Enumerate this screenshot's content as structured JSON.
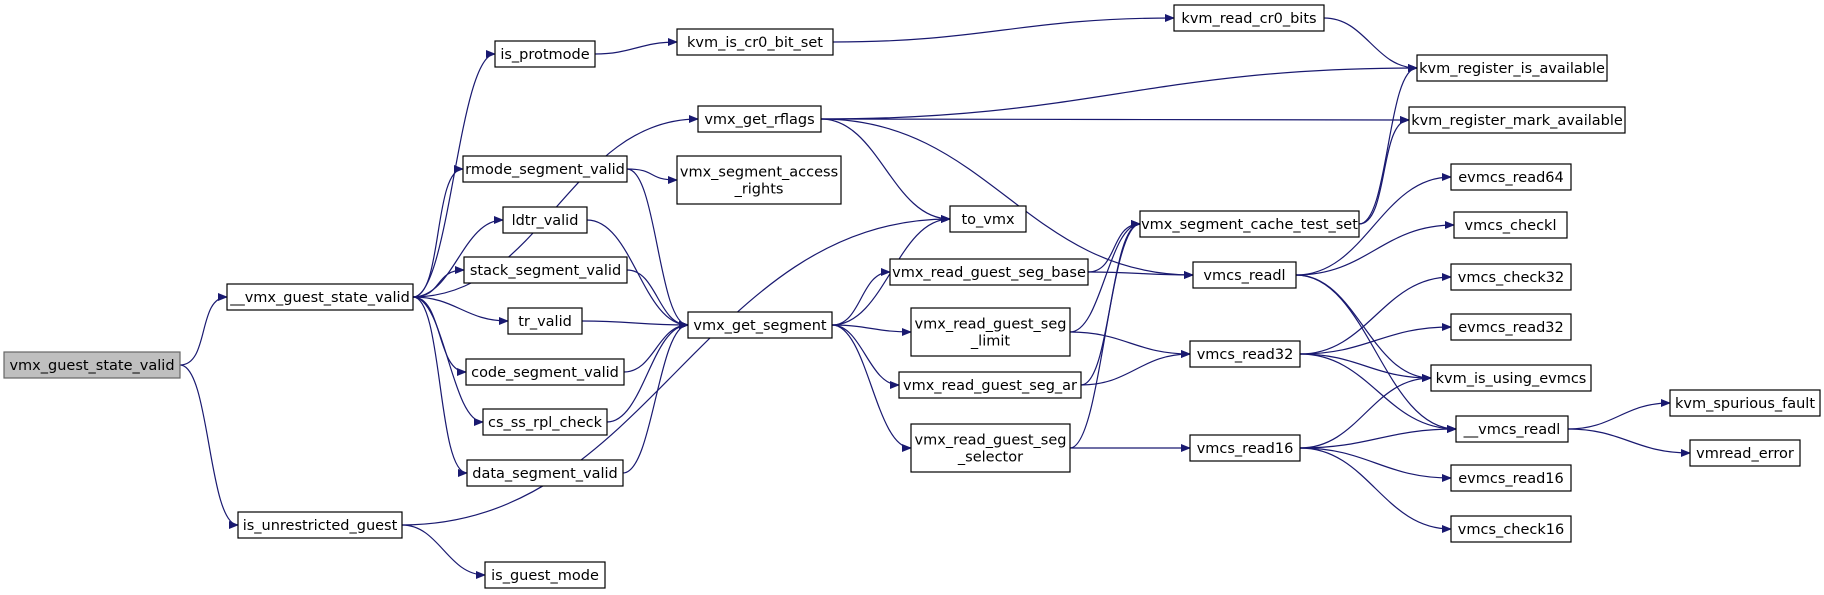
{
  "nodes": {
    "vmx_guest_state_valid": "vmx_guest_state_valid",
    "__vmx_guest_state_valid": "__vmx_guest_state_valid",
    "is_unrestricted_guest": "is_unrestricted_guest",
    "is_protmode": "is_protmode",
    "vmx_get_rflags": "vmx_get_rflags",
    "rmode_segment_valid": "rmode_segment_valid",
    "ldtr_valid": "ldtr_valid",
    "stack_segment_valid": "stack_segment_valid",
    "tr_valid": "tr_valid",
    "code_segment_valid": "code_segment_valid",
    "cs_ss_rpl_check": "cs_ss_rpl_check",
    "data_segment_valid": "data_segment_valid",
    "is_guest_mode": "is_guest_mode",
    "kvm_is_cr0_bit_set": "kvm_is_cr0_bit_set",
    "vmx_segment_access_rights": [
      "vmx_segment_access",
      "_rights"
    ],
    "vmx_get_segment": "vmx_get_segment",
    "to_vmx": "to_vmx",
    "vmx_read_guest_seg_base": "vmx_read_guest_seg_base",
    "vmx_read_guest_seg_limit": [
      "vmx_read_guest_seg",
      "_limit"
    ],
    "vmx_read_guest_seg_ar": "vmx_read_guest_seg_ar",
    "vmx_read_guest_seg_selector": [
      "vmx_read_guest_seg",
      "_selector"
    ],
    "kvm_read_cr0_bits": "kvm_read_cr0_bits",
    "vmx_segment_cache_test_set": "vmx_segment_cache_test_set",
    "vmcs_readl": "vmcs_readl",
    "vmcs_read32": "vmcs_read32",
    "vmcs_read16": "vmcs_read16",
    "kvm_register_is_available": "kvm_register_is_available",
    "kvm_register_mark_available": "kvm_register_mark_available",
    "evmcs_read64": "evmcs_read64",
    "vmcs_checkl": "vmcs_checkl",
    "vmcs_check32": "vmcs_check32",
    "evmcs_read32": "evmcs_read32",
    "kvm_is_using_evmcs": "kvm_is_using_evmcs",
    "__vmcs_readl": "__vmcs_readl",
    "evmcs_read16": "evmcs_read16",
    "vmcs_check16": "vmcs_check16",
    "kvm_spurious_fault": "kvm_spurious_fault",
    "vmread_error": "vmread_error"
  },
  "root": "vmx_guest_state_valid",
  "colors": {
    "edge": "#191970",
    "root_fill": "#bfbfbf",
    "root_stroke": "#666666",
    "node_stroke": "#000000"
  },
  "edges": [
    [
      "vmx_guest_state_valid",
      "__vmx_guest_state_valid"
    ],
    [
      "vmx_guest_state_valid",
      "is_unrestricted_guest"
    ],
    [
      "__vmx_guest_state_valid",
      "is_protmode"
    ],
    [
      "__vmx_guest_state_valid",
      "vmx_get_rflags"
    ],
    [
      "__vmx_guest_state_valid",
      "rmode_segment_valid"
    ],
    [
      "__vmx_guest_state_valid",
      "ldtr_valid"
    ],
    [
      "__vmx_guest_state_valid",
      "stack_segment_valid"
    ],
    [
      "__vmx_guest_state_valid",
      "tr_valid"
    ],
    [
      "__vmx_guest_state_valid",
      "code_segment_valid"
    ],
    [
      "__vmx_guest_state_valid",
      "cs_ss_rpl_check"
    ],
    [
      "__vmx_guest_state_valid",
      "data_segment_valid"
    ],
    [
      "is_unrestricted_guest",
      "to_vmx"
    ],
    [
      "is_unrestricted_guest",
      "is_guest_mode"
    ],
    [
      "is_protmode",
      "kvm_is_cr0_bit_set"
    ],
    [
      "kvm_is_cr0_bit_set",
      "kvm_read_cr0_bits"
    ],
    [
      "kvm_read_cr0_bits",
      "kvm_register_is_available"
    ],
    [
      "vmx_get_rflags",
      "kvm_register_is_available"
    ],
    [
      "vmx_get_rflags",
      "kvm_register_mark_available"
    ],
    [
      "vmx_get_rflags",
      "to_vmx"
    ],
    [
      "vmx_get_rflags",
      "vmcs_readl"
    ],
    [
      "rmode_segment_valid",
      "vmx_segment_access_rights"
    ],
    [
      "rmode_segment_valid",
      "vmx_get_segment"
    ],
    [
      "ldtr_valid",
      "vmx_get_segment"
    ],
    [
      "stack_segment_valid",
      "vmx_get_segment"
    ],
    [
      "tr_valid",
      "vmx_get_segment"
    ],
    [
      "code_segment_valid",
      "vmx_get_segment"
    ],
    [
      "cs_ss_rpl_check",
      "vmx_get_segment"
    ],
    [
      "data_segment_valid",
      "vmx_get_segment"
    ],
    [
      "vmx_get_segment",
      "to_vmx"
    ],
    [
      "vmx_get_segment",
      "vmx_read_guest_seg_base"
    ],
    [
      "vmx_get_segment",
      "vmx_read_guest_seg_limit"
    ],
    [
      "vmx_get_segment",
      "vmx_read_guest_seg_ar"
    ],
    [
      "vmx_get_segment",
      "vmx_read_guest_seg_selector"
    ],
    [
      "vmx_read_guest_seg_base",
      "vmx_segment_cache_test_set"
    ],
    [
      "vmx_read_guest_seg_base",
      "vmcs_readl"
    ],
    [
      "vmx_read_guest_seg_limit",
      "vmx_segment_cache_test_set"
    ],
    [
      "vmx_read_guest_seg_limit",
      "vmcs_read32"
    ],
    [
      "vmx_read_guest_seg_ar",
      "vmx_segment_cache_test_set"
    ],
    [
      "vmx_read_guest_seg_ar",
      "vmcs_read32"
    ],
    [
      "vmx_read_guest_seg_selector",
      "vmx_segment_cache_test_set"
    ],
    [
      "vmx_read_guest_seg_selector",
      "vmcs_read16"
    ],
    [
      "vmx_segment_cache_test_set",
      "kvm_register_is_available"
    ],
    [
      "vmx_segment_cache_test_set",
      "kvm_register_mark_available"
    ],
    [
      "vmcs_readl",
      "evmcs_read64"
    ],
    [
      "vmcs_readl",
      "vmcs_checkl"
    ],
    [
      "vmcs_readl",
      "kvm_is_using_evmcs"
    ],
    [
      "vmcs_readl",
      "__vmcs_readl"
    ],
    [
      "vmcs_read32",
      "vmcs_check32"
    ],
    [
      "vmcs_read32",
      "evmcs_read32"
    ],
    [
      "vmcs_read32",
      "kvm_is_using_evmcs"
    ],
    [
      "vmcs_read32",
      "__vmcs_readl"
    ],
    [
      "vmcs_read16",
      "kvm_is_using_evmcs"
    ],
    [
      "vmcs_read16",
      "__vmcs_readl"
    ],
    [
      "vmcs_read16",
      "evmcs_read16"
    ],
    [
      "vmcs_read16",
      "vmcs_check16"
    ],
    [
      "__vmcs_readl",
      "kvm_spurious_fault"
    ],
    [
      "__vmcs_readl",
      "vmread_error"
    ]
  ]
}
